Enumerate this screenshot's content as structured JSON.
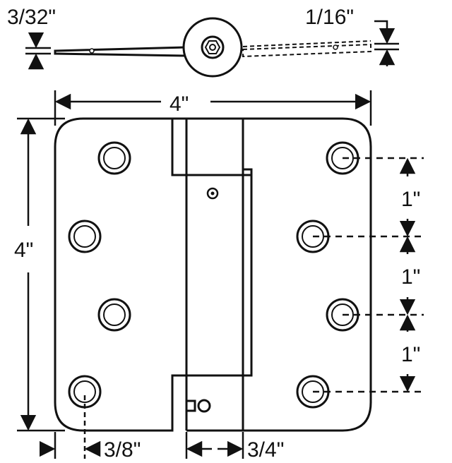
{
  "colors": {
    "line": "#111111",
    "background": "#ffffff"
  },
  "labels": {
    "top_left_thickness": "3/32\"",
    "top_right_thickness": "1/16\"",
    "overall_width": "4\"",
    "overall_height": "4\"",
    "hole_spacing_1": "1\"",
    "hole_spacing_2": "1\"",
    "hole_spacing_3": "1\"",
    "hole_edge_offset": "3/8\"",
    "knuckle_width": "3/4\""
  }
}
